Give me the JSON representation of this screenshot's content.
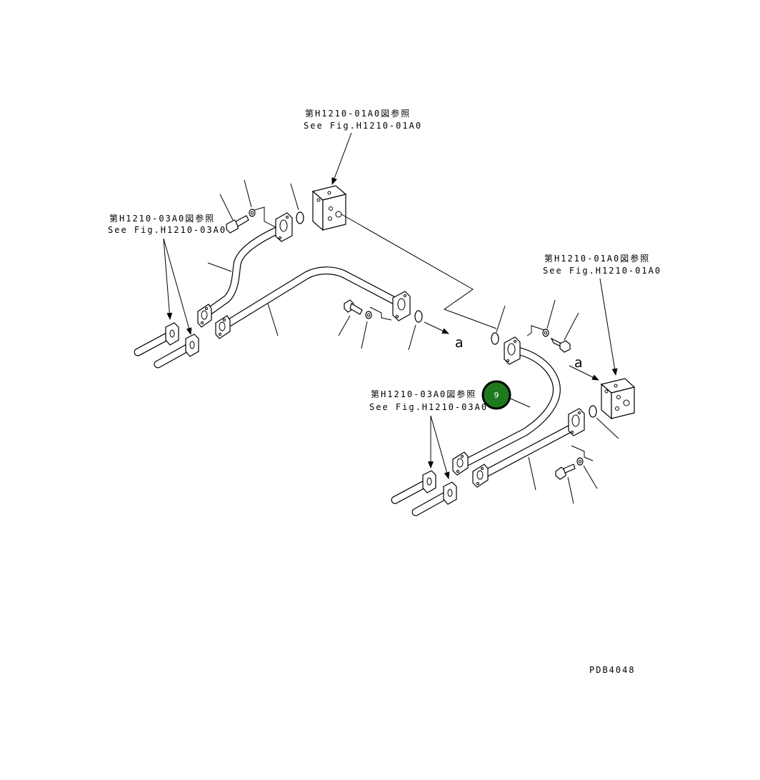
{
  "references": [
    {
      "jp": "第H1210-01A0図参照",
      "en": "See Fig.H1210-01A0"
    },
    {
      "jp": "第H1210-03A0図参照",
      "en": "See Fig.H1210-03A0"
    },
    {
      "jp": "第H1210-01A0図参照",
      "en": "See Fig.H1210-01A0"
    },
    {
      "jp": "第H1210-03A0図参照",
      "en": "See Fig.H1210-03A0"
    }
  ],
  "connector_letter": "a",
  "callout": {
    "label": "9",
    "color": "#1f7a1f",
    "border": "#000000"
  },
  "drawing_number": "PDB4048"
}
